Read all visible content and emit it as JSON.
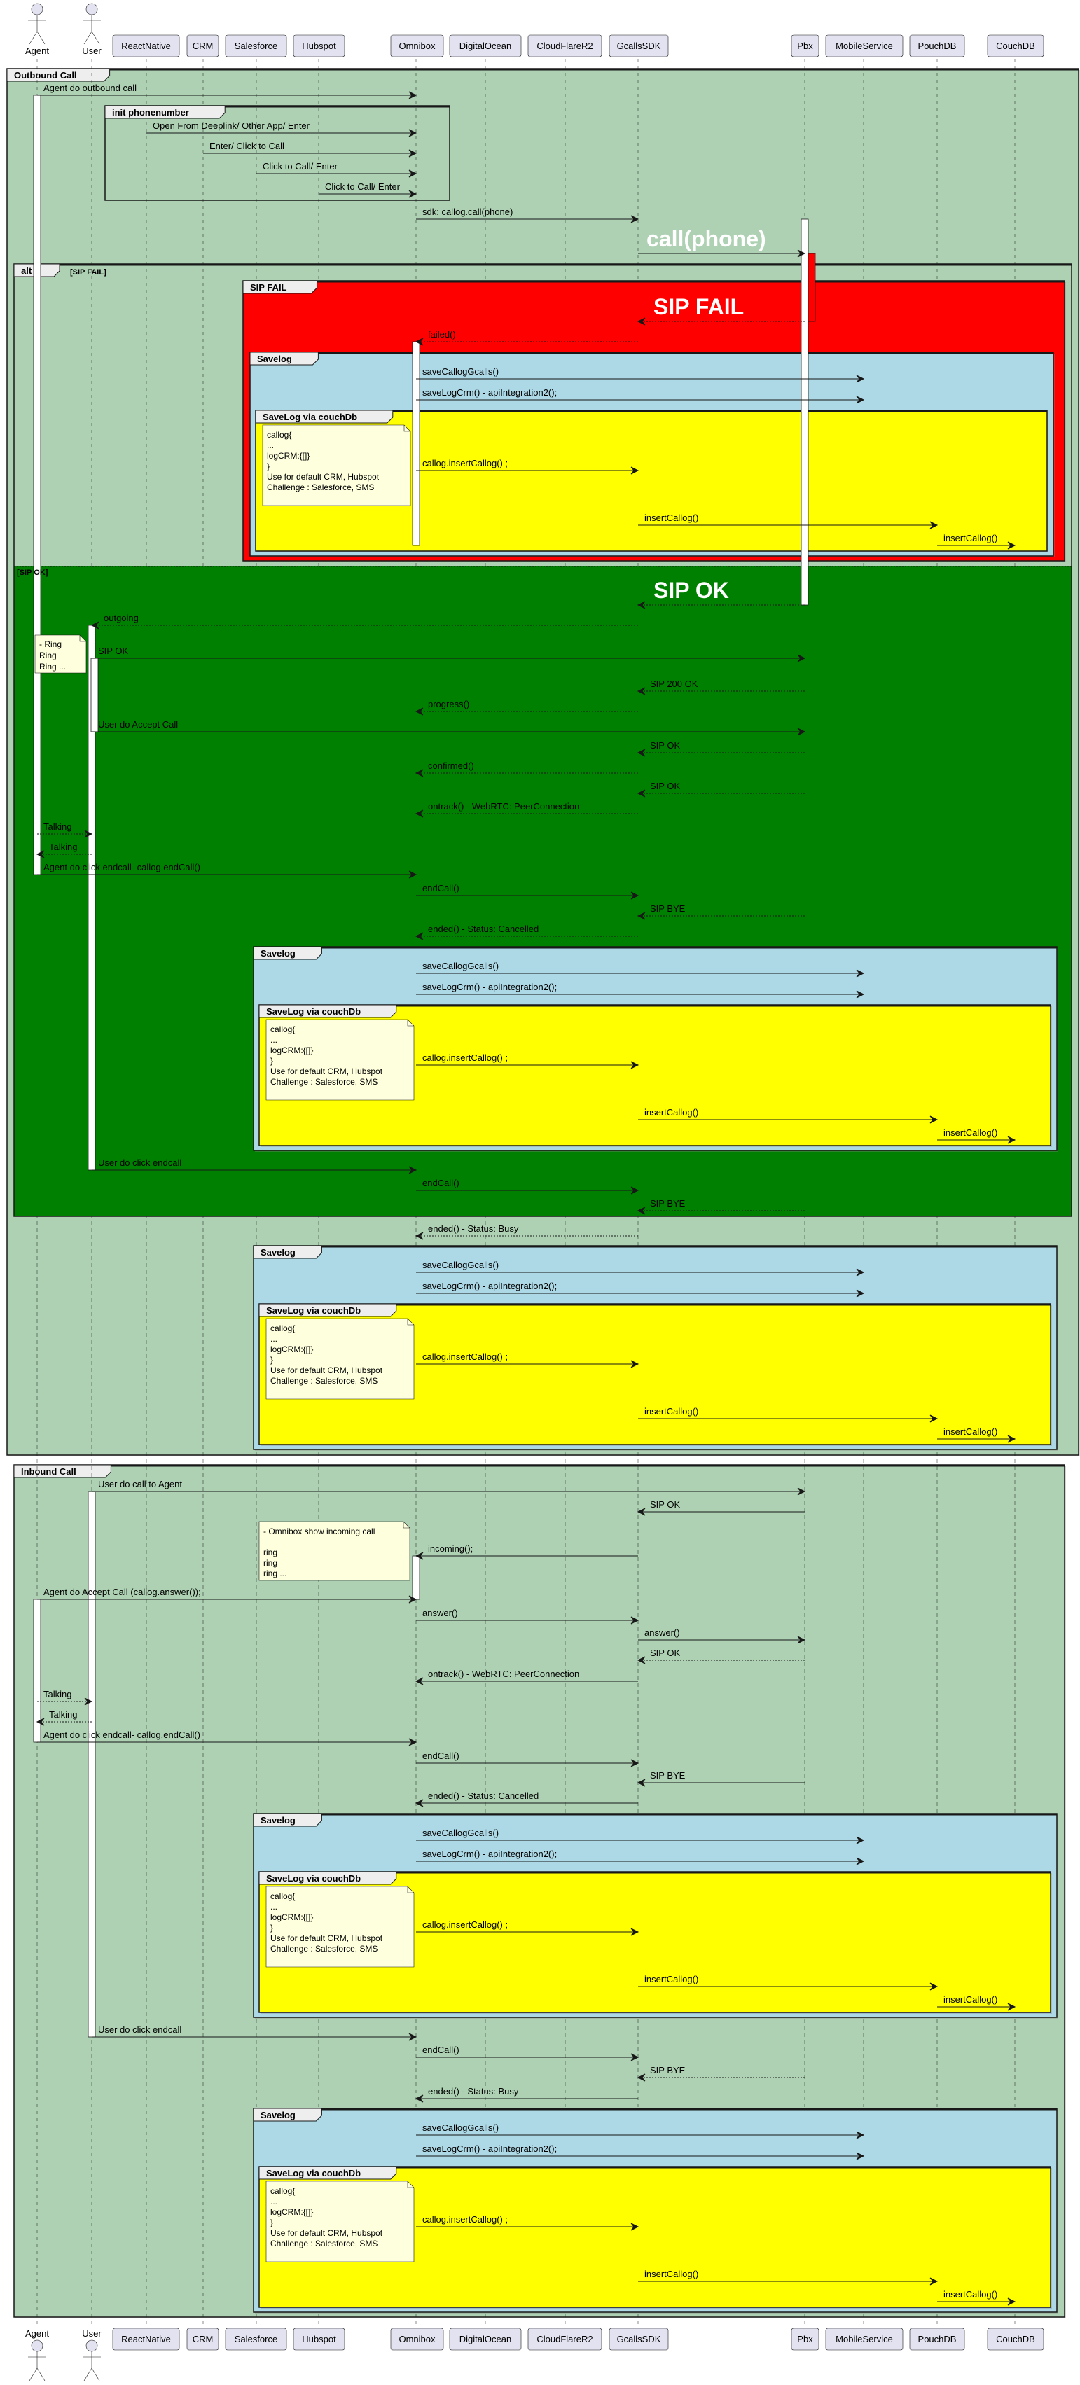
{
  "participants": [
    {
      "name": "Agent",
      "kind": "actor"
    },
    {
      "name": "User",
      "kind": "actor"
    },
    {
      "name": "ReactNative",
      "kind": "participant"
    },
    {
      "name": "CRM",
      "kind": "participant"
    },
    {
      "name": "Salesforce",
      "kind": "participant"
    },
    {
      "name": "Hubspot",
      "kind": "participant"
    },
    {
      "name": "Omnibox",
      "kind": "participant"
    },
    {
      "name": "DigitalOcean",
      "kind": "participant"
    },
    {
      "name": "CloudFlareR2",
      "kind": "participant"
    },
    {
      "name": "GcallsSDK",
      "kind": "participant"
    },
    {
      "name": "Pbx",
      "kind": "participant"
    },
    {
      "name": "MobileService",
      "kind": "participant"
    },
    {
      "name": "PouchDB",
      "kind": "participant"
    },
    {
      "name": "CouchDB",
      "kind": "participant"
    }
  ],
  "frames": {
    "outbound": {
      "label": "Outbound Call"
    },
    "init": {
      "label": "init phonenumber"
    },
    "alt": {
      "label": "alt",
      "condition": "[SIP FAIL]",
      "else_condition": "[SIP OK]"
    },
    "sip_fail": {
      "label": "SIP FAIL"
    },
    "inbound": {
      "label": "Inbound Call"
    }
  },
  "savelog": {
    "label": "Savelog",
    "couch_label": "SaveLog via couchDb",
    "note_lines": [
      "callog{",
      "   ...",
      "   logCRM:{[]}",
      "}",
      "Use for default CRM, Hubspot",
      "Challenge : Salesforce, SMS"
    ],
    "messages": [
      {
        "from": "Omnibox",
        "to": "MobileService",
        "label": "saveCallogGcalls()",
        "style": "solid"
      },
      {
        "from": "Omnibox",
        "to": "MobileService",
        "label": "saveLogCrm() - apiIntegration2();",
        "style": "solid"
      },
      {
        "from": "Omnibox",
        "to": "GcallsSDK",
        "label": "callog.insertCallog() ;",
        "style": "solid"
      },
      {
        "from": "GcallsSDK",
        "to": "PouchDB",
        "label": "insertCallog()",
        "style": "solid"
      },
      {
        "from": "PouchDB",
        "to": "CouchDB",
        "label": "insertCallog()",
        "style": "solid"
      }
    ]
  },
  "notes": {
    "ring": [
      "- Ring",
      " Ring",
      "  Ring ..."
    ],
    "incoming": [
      "- Omnibox show incoming call",
      "",
      "   ring",
      "    ring",
      "    ring ..."
    ]
  },
  "messages": [
    {
      "from": "Agent",
      "to": "Omnibox",
      "label": "Agent do outbound call",
      "style": "solid"
    },
    {
      "from": "ReactNative",
      "to": "Omnibox",
      "label": "Open From Deeplink/ Other App/ Enter",
      "style": "solid"
    },
    {
      "from": "CRM",
      "to": "Omnibox",
      "label": "Enter/ Click to Call",
      "style": "solid"
    },
    {
      "from": "Salesforce",
      "to": "Omnibox",
      "label": "Click to Call/ Enter",
      "style": "solid"
    },
    {
      "from": "Hubspot",
      "to": "Omnibox",
      "label": "Click to Call/ Enter",
      "style": "solid"
    },
    {
      "from": "Omnibox",
      "to": "GcallsSDK",
      "label": "sdk: callog.call(phone)",
      "style": "solid"
    },
    {
      "from": "GcallsSDK",
      "to": "Pbx",
      "label": "call(phone)",
      "style": "solid",
      "big": true
    },
    {
      "from": "Pbx",
      "to": "GcallsSDK",
      "label": "SIP FAIL",
      "style": "dashed",
      "big": true
    },
    {
      "from": "GcallsSDK",
      "to": "Omnibox",
      "label": "failed()",
      "style": "dashed"
    },
    {
      "from": "Pbx",
      "to": "GcallsSDK",
      "label": "SIP OK",
      "style": "dashed",
      "big": true
    },
    {
      "from": "GcallsSDK",
      "to": "User",
      "label": "outgoing",
      "style": "dashed"
    },
    {
      "from": "User",
      "to": "Pbx",
      "label": "SIP OK",
      "style": "solid"
    },
    {
      "from": "Pbx",
      "to": "GcallsSDK",
      "label": "SIP 200 OK",
      "style": "dashed"
    },
    {
      "from": "GcallsSDK",
      "to": "Omnibox",
      "label": "progress()",
      "style": "dashed"
    },
    {
      "from": "User",
      "to": "Pbx",
      "label": "User do Accept Call",
      "style": "solid"
    },
    {
      "from": "Pbx",
      "to": "GcallsSDK",
      "label": "SIP OK",
      "style": "dashed"
    },
    {
      "from": "GcallsSDK",
      "to": "Omnibox",
      "label": "confirmed()",
      "style": "dashed"
    },
    {
      "from": "Pbx",
      "to": "GcallsSDK",
      "label": "SIP OK",
      "style": "dashed"
    },
    {
      "from": "GcallsSDK",
      "to": "Omnibox",
      "label": "ontrack() - WebRTC: PeerConnection",
      "style": "dashed"
    },
    {
      "from": "Agent",
      "to": "User",
      "label": "Talking",
      "style": "dashed"
    },
    {
      "from": "User",
      "to": "Agent",
      "label": "Talking",
      "style": "dashed"
    },
    {
      "from": "Agent",
      "to": "Omnibox",
      "label": "Agent do click endcall- callog.endCall()",
      "style": "solid"
    },
    {
      "from": "Omnibox",
      "to": "GcallsSDK",
      "label": "endCall()",
      "style": "solid"
    },
    {
      "from": "Pbx",
      "to": "GcallsSDK",
      "label": "SIP BYE",
      "style": "dashed"
    },
    {
      "from": "GcallsSDK",
      "to": "Omnibox",
      "label": "ended() - Status: Cancelled",
      "style": "dashed"
    },
    {
      "from": "User",
      "to": "Omnibox",
      "label": "User do click endcall",
      "style": "solid"
    },
    {
      "from": "Omnibox",
      "to": "GcallsSDK",
      "label": "endCall()",
      "style": "solid"
    },
    {
      "from": "Pbx",
      "to": "GcallsSDK",
      "label": "SIP BYE",
      "style": "dashed"
    },
    {
      "from": "GcallsSDK",
      "to": "Omnibox",
      "label": "ended() - Status: Busy",
      "style": "dashed"
    },
    {
      "from": "User",
      "to": "Pbx",
      "label": "User do call to Agent",
      "style": "solid"
    },
    {
      "from": "Pbx",
      "to": "GcallsSDK",
      "label": "SIP OK",
      "style": "solid"
    },
    {
      "from": "GcallsSDK",
      "to": "Omnibox",
      "label": "incoming();",
      "style": "solid"
    },
    {
      "from": "Agent",
      "to": "Omnibox",
      "label": "Agent do Accept Call (callog.answer());",
      "style": "solid"
    },
    {
      "from": "Omnibox",
      "to": "GcallsSDK",
      "label": "answer()",
      "style": "solid"
    },
    {
      "from": "GcallsSDK",
      "to": "Pbx",
      "label": "answer()",
      "style": "solid"
    },
    {
      "from": "Pbx",
      "to": "GcallsSDK",
      "label": "SIP OK",
      "style": "dashed"
    },
    {
      "from": "GcallsSDK",
      "to": "Omnibox",
      "label": "ontrack() - WebRTC: PeerConnection",
      "style": "solid"
    },
    {
      "from": "Agent",
      "to": "User",
      "label": "Talking",
      "style": "dashed"
    },
    {
      "from": "User",
      "to": "Agent",
      "label": "Talking",
      "style": "dashed"
    },
    {
      "from": "Agent",
      "to": "Omnibox",
      "label": "Agent do click endcall- callog.endCall()",
      "style": "solid"
    },
    {
      "from": "Omnibox",
      "to": "GcallsSDK",
      "label": "endCall()",
      "style": "solid"
    },
    {
      "from": "Pbx",
      "to": "GcallsSDK",
      "label": "SIP BYE",
      "style": "solid"
    },
    {
      "from": "GcallsSDK",
      "to": "Omnibox",
      "label": "ended() - Status: Cancelled",
      "style": "solid"
    },
    {
      "from": "User",
      "to": "Omnibox",
      "label": "User do click endcall",
      "style": "solid"
    },
    {
      "from": "Omnibox",
      "to": "GcallsSDK",
      "label": "endCall()",
      "style": "solid"
    },
    {
      "from": "Pbx",
      "to": "GcallsSDK",
      "label": "SIP BYE",
      "style": "dashed"
    },
    {
      "from": "GcallsSDK",
      "to": "Omnibox",
      "label": "ended() - Status: Busy",
      "style": "solid"
    }
  ],
  "colors": {
    "outbound_bg": "#ADD1B2",
    "else_bg": "#008000",
    "sip_fail_bg": "#FF0000",
    "savelog_bg": "#ADD8E6",
    "couchdb_bg": "#FFFF00",
    "note_bg": "#FEFFDD",
    "participant_bg": "#E2E2F0",
    "tab_bg": "#EEEEEE",
    "line": "#181818"
  }
}
